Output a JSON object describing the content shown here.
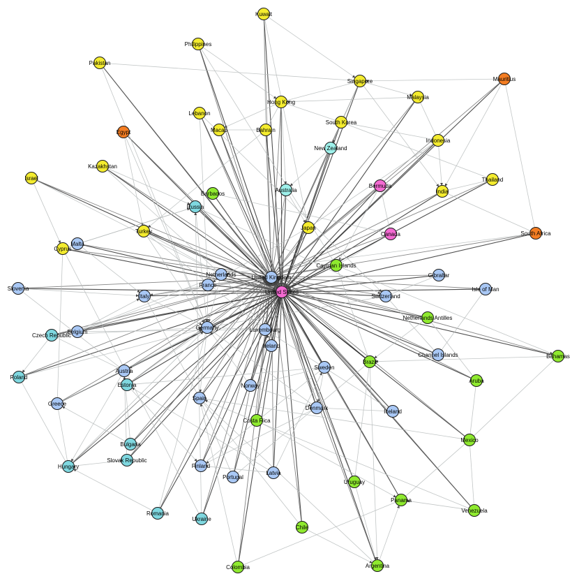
{
  "colors": {
    "asia": "#f4ec2f",
    "europe": "#a9c8f5",
    "eastern": "#7fd8e0",
    "americas": "#8fea2f",
    "africa": "#f47d22",
    "us": "#f46ad2",
    "oceania": "#9ef0ea"
  },
  "nodes": [
    {
      "id": "kuwait",
      "label": "Kuwait",
      "group": "asia"
    },
    {
      "id": "philippines",
      "label": "Philippines",
      "group": "asia"
    },
    {
      "id": "pakistan",
      "label": "Pakistan",
      "group": "asia"
    },
    {
      "id": "singapore",
      "label": "Singapore",
      "group": "asia"
    },
    {
      "id": "mauritius",
      "label": "Mauritius",
      "group": "africa"
    },
    {
      "id": "malaysia",
      "label": "Malaysia",
      "group": "asia"
    },
    {
      "id": "hongkong",
      "label": "Hong Kong",
      "group": "asia"
    },
    {
      "id": "lebanon",
      "label": "Lebanon",
      "group": "asia"
    },
    {
      "id": "egypt",
      "label": "Egypt",
      "group": "africa"
    },
    {
      "id": "macao",
      "label": "Macao",
      "group": "asia"
    },
    {
      "id": "bahrain",
      "label": "Bahrain",
      "group": "asia"
    },
    {
      "id": "southkorea",
      "label": "South Korea",
      "group": "asia"
    },
    {
      "id": "indonesia",
      "label": "Indonesia",
      "group": "asia"
    },
    {
      "id": "newzealand",
      "label": "New Zealand",
      "group": "oceania"
    },
    {
      "id": "kazakhstan",
      "label": "Kazakhstan",
      "group": "asia"
    },
    {
      "id": "israel",
      "label": "Israel",
      "group": "asia"
    },
    {
      "id": "barbados",
      "label": "Barbados",
      "group": "americas"
    },
    {
      "id": "australia",
      "label": "Australia",
      "group": "oceania"
    },
    {
      "id": "bermuda",
      "label": "Bermuda",
      "group": "us"
    },
    {
      "id": "india",
      "label": "India",
      "group": "asia"
    },
    {
      "id": "thailand",
      "label": "Thailand",
      "group": "asia"
    },
    {
      "id": "russia",
      "label": "Russia",
      "group": "eastern"
    },
    {
      "id": "turkey",
      "label": "Turkey",
      "group": "asia"
    },
    {
      "id": "japan",
      "label": "Japan",
      "group": "asia"
    },
    {
      "id": "canada",
      "label": "Canada",
      "group": "us"
    },
    {
      "id": "southafrica",
      "label": "South Africa",
      "group": "africa"
    },
    {
      "id": "malta",
      "label": "Malta",
      "group": "europe"
    },
    {
      "id": "cyprus",
      "label": "Cyprus",
      "group": "asia"
    },
    {
      "id": "caymanislands",
      "label": "Cayman Islands",
      "group": "americas"
    },
    {
      "id": "netherlands",
      "label": "Netherlands",
      "group": "europe"
    },
    {
      "id": "unitedkingdom",
      "label": "United Kingdom",
      "group": "europe"
    },
    {
      "id": "france",
      "label": "France",
      "group": "europe"
    },
    {
      "id": "unitedstates",
      "label": "United States",
      "group": "us"
    },
    {
      "id": "gibraltar",
      "label": "Gibraltar",
      "group": "europe"
    },
    {
      "id": "slovenia",
      "label": "Slovenia",
      "group": "europe"
    },
    {
      "id": "italy",
      "label": "Italy",
      "group": "europe"
    },
    {
      "id": "switzerland",
      "label": "Switzerland",
      "group": "europe"
    },
    {
      "id": "isleofman",
      "label": "Isle of Man",
      "group": "europe"
    },
    {
      "id": "netherlandsantilles",
      "label": "Netherlands Antilles",
      "group": "americas"
    },
    {
      "id": "germany",
      "label": "Germany",
      "group": "europe"
    },
    {
      "id": "luxembourg",
      "label": "Luxembourg",
      "group": "europe"
    },
    {
      "id": "czechrepublic",
      "label": "Czech Republic",
      "group": "eastern"
    },
    {
      "id": "belgium",
      "label": "Belgium",
      "group": "europe"
    },
    {
      "id": "ireland",
      "label": "Ireland",
      "group": "europe"
    },
    {
      "id": "channelislands",
      "label": "Channel Islands",
      "group": "europe"
    },
    {
      "id": "bahamas",
      "label": "Bahamas",
      "group": "americas"
    },
    {
      "id": "brazil",
      "label": "Brazil",
      "group": "americas"
    },
    {
      "id": "sweden",
      "label": "Sweden",
      "group": "europe"
    },
    {
      "id": "poland",
      "label": "Poland",
      "group": "eastern"
    },
    {
      "id": "austria",
      "label": "Austria",
      "group": "europe"
    },
    {
      "id": "estonia",
      "label": "Estonia",
      "group": "eastern"
    },
    {
      "id": "aruba",
      "label": "Aruba",
      "group": "americas"
    },
    {
      "id": "norway",
      "label": "Norway",
      "group": "europe"
    },
    {
      "id": "spain",
      "label": "Spain",
      "group": "europe"
    },
    {
      "id": "greece",
      "label": "Greece",
      "group": "europe"
    },
    {
      "id": "denmark",
      "label": "Denmark",
      "group": "europe"
    },
    {
      "id": "iceland",
      "label": "Iceland",
      "group": "europe"
    },
    {
      "id": "costarica",
      "label": "Costa Rica",
      "group": "americas"
    },
    {
      "id": "mexico",
      "label": "Mexico",
      "group": "americas"
    },
    {
      "id": "bulgaria",
      "label": "Bulgaria",
      "group": "eastern"
    },
    {
      "id": "slovakrepublic",
      "label": "Slovak Republic",
      "group": "eastern"
    },
    {
      "id": "hungary",
      "label": "Hungary",
      "group": "eastern"
    },
    {
      "id": "finland",
      "label": "Finland",
      "group": "europe"
    },
    {
      "id": "latvia",
      "label": "Latvia",
      "group": "europe"
    },
    {
      "id": "portugal",
      "label": "Portugal",
      "group": "europe"
    },
    {
      "id": "uruguay",
      "label": "Uruguay",
      "group": "americas"
    },
    {
      "id": "panama",
      "label": "Panama",
      "group": "americas"
    },
    {
      "id": "venezuela",
      "label": "Venezuela",
      "group": "americas"
    },
    {
      "id": "romania",
      "label": "Romania",
      "group": "eastern"
    },
    {
      "id": "ukraine",
      "label": "Ukraine",
      "group": "eastern"
    },
    {
      "id": "chile",
      "label": "Chile",
      "group": "americas"
    },
    {
      "id": "colombia",
      "label": "Colombia",
      "group": "americas"
    },
    {
      "id": "argentina",
      "label": "Argentina",
      "group": "americas"
    }
  ]
}
